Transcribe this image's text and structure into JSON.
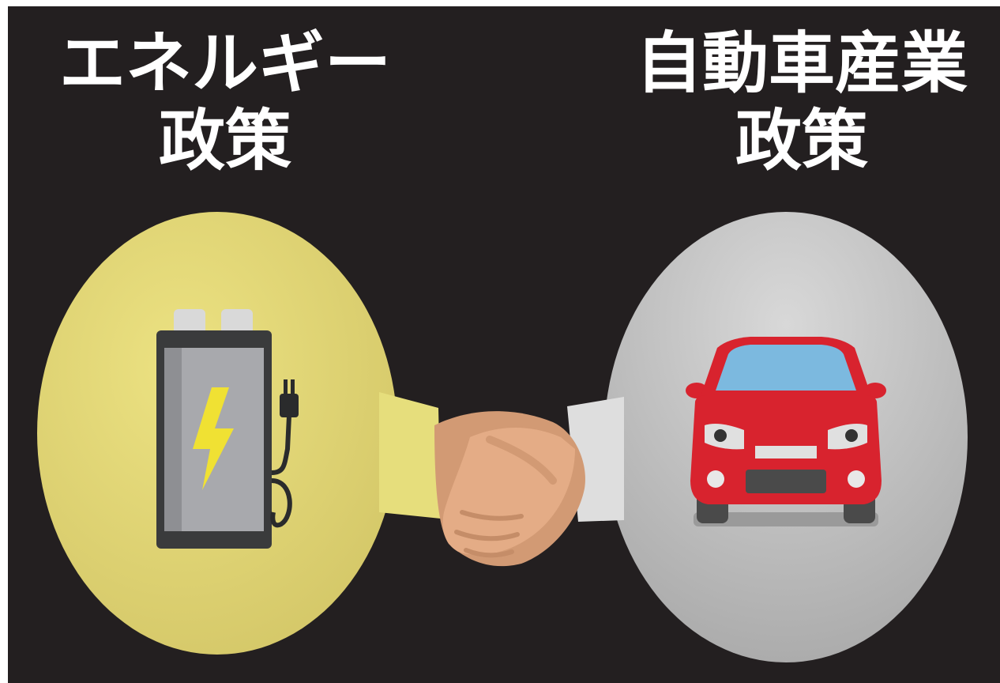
{
  "left_policy": {
    "line1": "エネルギー",
    "line2": "政策",
    "circle_color": "#e6de7c",
    "icon": "battery-charger-icon"
  },
  "right_policy": {
    "line1": "自動車産業",
    "line2": "政策",
    "circle_color": "#c8c8c8",
    "icon": "red-car-icon"
  },
  "center_icon": "handshake-icon",
  "colors": {
    "background": "#231f20",
    "text": "#ffffff",
    "car_red": "#d8232e",
    "bolt_yellow": "#f0e133",
    "skin": "#e4ac86"
  }
}
